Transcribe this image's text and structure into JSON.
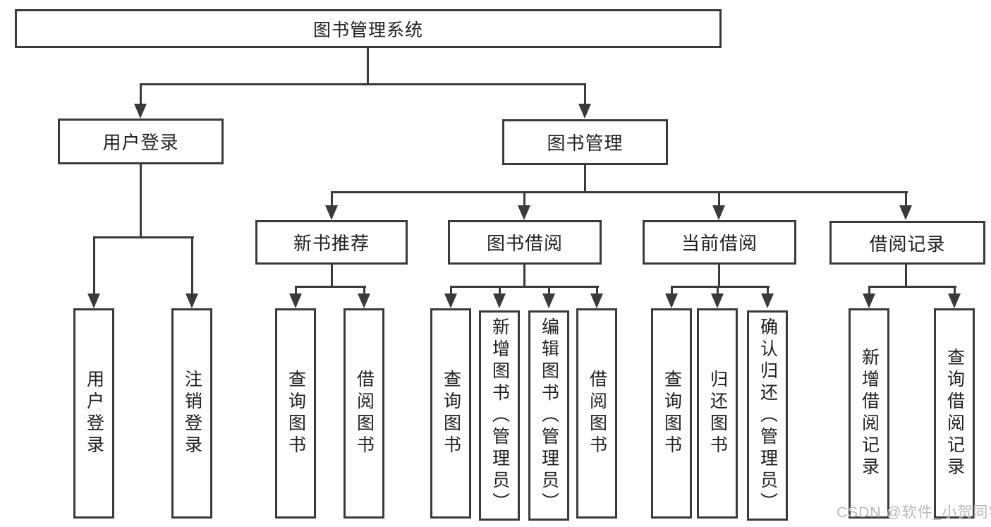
{
  "diagram": {
    "root": "图书管理系统",
    "level2": {
      "user_login": "用户登录",
      "book_mgmt": "图书管理"
    },
    "level3": {
      "new_books": "新书推荐",
      "borrowing": "图书借阅",
      "current": "当前借阅",
      "records": "借阅记录"
    },
    "leaves": {
      "user_login": [
        "用户登录",
        "注销登录"
      ],
      "new_books": [
        "查询图书",
        "借阅图书"
      ],
      "borrowing": [
        "查询图书",
        "新增图书（管理员）",
        "编辑图书（管理员）",
        "借阅图书"
      ],
      "current": [
        "查询图书",
        "归还图书",
        "确认归还（管理员）"
      ],
      "records": [
        "新增借阅记录",
        "查询借阅记录"
      ]
    }
  },
  "watermark": "CSDN @软件_小贺同学",
  "colors": {
    "line": "#3a3a3a",
    "text": "#1f1f1f",
    "background": "#ffffff",
    "watermark": "#b9b9b9"
  }
}
